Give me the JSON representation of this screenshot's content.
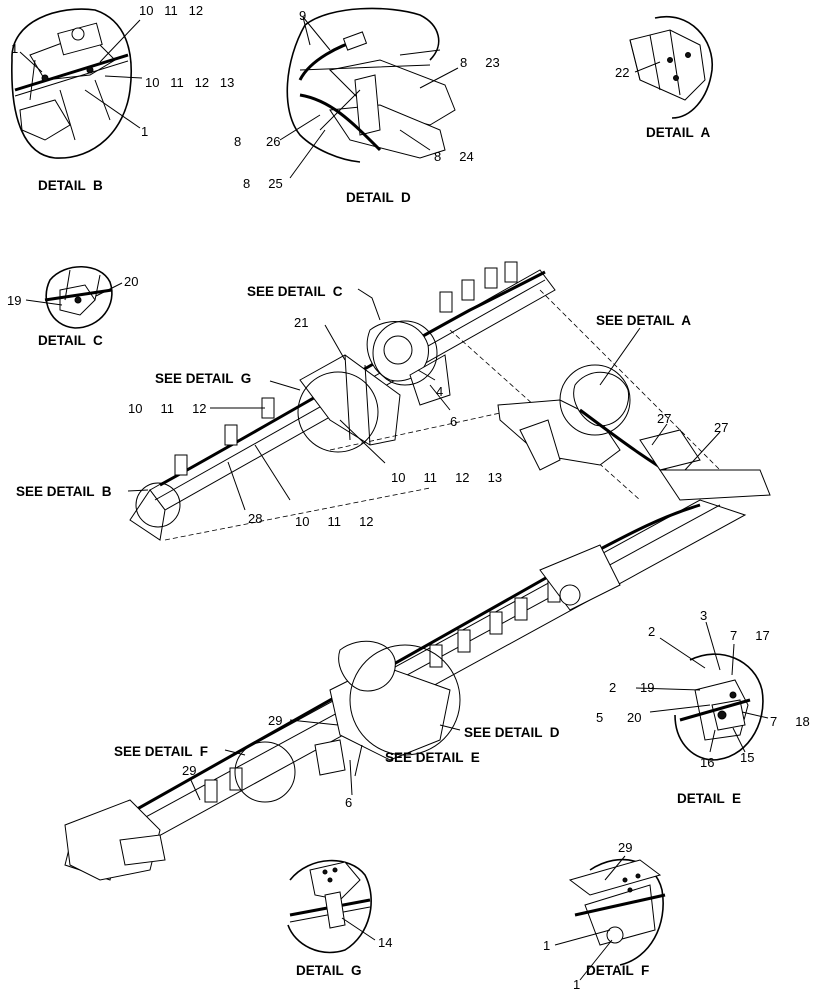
{
  "details": {
    "a": "DETAIL  A",
    "b": "DETAIL  B",
    "c": "DETAIL  C",
    "d": "DETAIL  D",
    "e": "DETAIL  E",
    "f": "DETAIL  F",
    "g": "DETAIL  G"
  },
  "see": {
    "a": "SEE DETAIL  A",
    "b": "SEE DETAIL  B",
    "c": "SEE DETAIL  C",
    "d": "SEE DETAIL  D",
    "e": "SEE DETAIL  E",
    "f": "SEE DETAIL  F",
    "g": "SEE DETAIL  G"
  },
  "callouts": {
    "b_top": "10   11   12",
    "b_mid": "10   11   12   13",
    "b_1a": "1",
    "b_1b": "1",
    "d_9": "9",
    "d_8_23": "8     23",
    "d_8a": "8",
    "d_26": "26",
    "d_8_24": "8     24",
    "d_8_25": "8     25",
    "a_22": "22",
    "c_20": "20",
    "c_19": "19",
    "m_21": "21",
    "m_4": "4",
    "m_6": "6",
    "m_10_12": "10     11     12",
    "m_10_13": "10     11     12     13",
    "m_28": "28",
    "m_10_12b": "10     11     12",
    "m_27a": "27",
    "m_27b": "27",
    "l_29a": "29",
    "l_29b": "29",
    "l_6": "6",
    "e_2a": "2",
    "e_3": "3",
    "e_7_17": "7     17",
    "e_2b": "2",
    "e_19": "19",
    "e_5": "5",
    "e_20": "20",
    "e_7_18": "7     18",
    "e_16": "16",
    "e_15": "15",
    "g_14": "14",
    "f_29": "29",
    "f_1a": "1",
    "f_1b": "1"
  }
}
